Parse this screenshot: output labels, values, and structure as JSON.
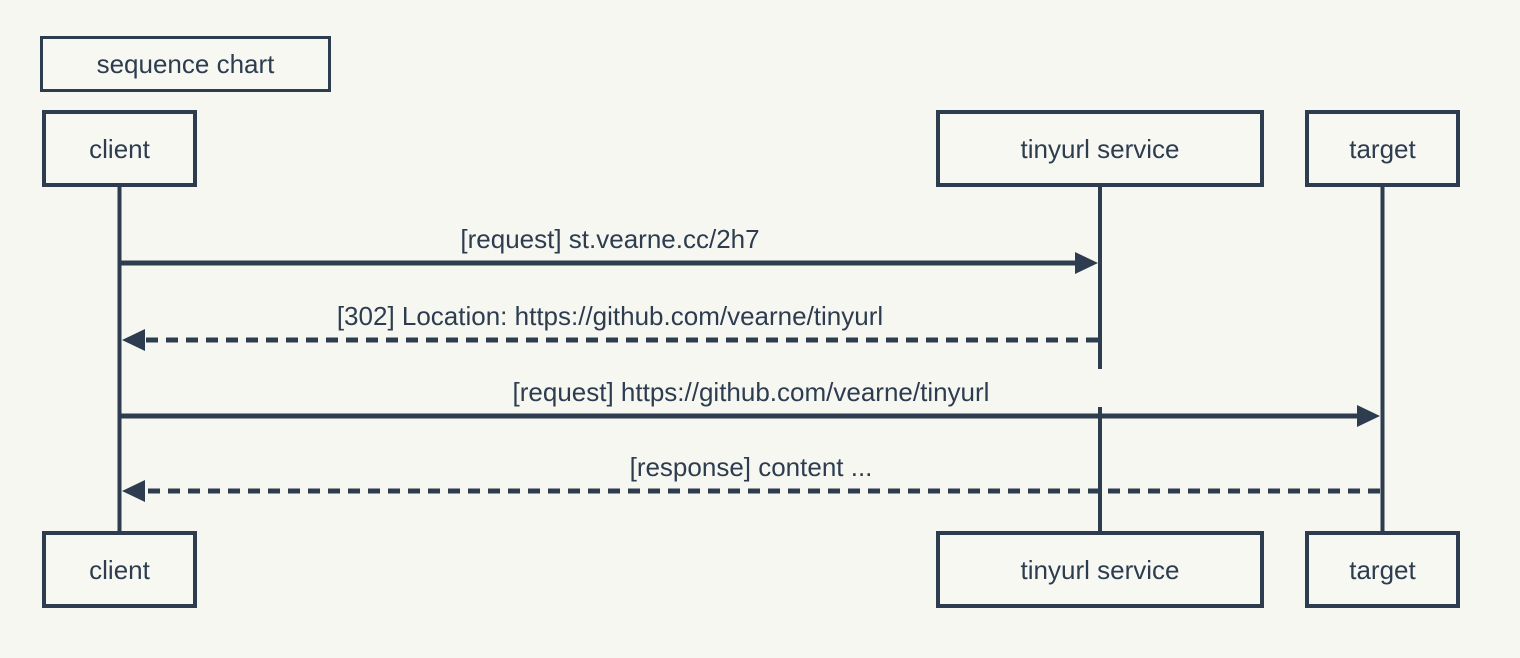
{
  "diagram": {
    "title": "sequence chart",
    "actors": [
      {
        "id": "client",
        "label": "client"
      },
      {
        "id": "tinyurl-service",
        "label": "tinyurl service"
      },
      {
        "id": "target",
        "label": "target"
      }
    ],
    "messages": [
      {
        "from": "client",
        "to": "tinyurl-service",
        "line": "solid",
        "direction": "right",
        "label": "[request] st.vearne.cc/2h7"
      },
      {
        "from": "tinyurl-service",
        "to": "client",
        "line": "dashed",
        "direction": "left",
        "label": "[302] Location: https://github.com/vearne/tinyurl"
      },
      {
        "from": "client",
        "to": "target",
        "line": "solid",
        "direction": "right",
        "label": "[request] https://github.com/vearne/tinyurl"
      },
      {
        "from": "target",
        "to": "client",
        "line": "dashed",
        "direction": "left",
        "label": "[response] content ..."
      }
    ],
    "colors": {
      "stroke": "#2d3d4f",
      "background": "#f7f7f2",
      "box_fill": "#f8f8f3"
    }
  }
}
